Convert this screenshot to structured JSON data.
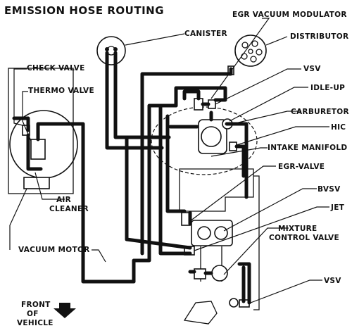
{
  "title": "EMISSION HOSE  ROUTING",
  "labels": {
    "egr_vacuum_modulator": "EGR VACUUM MODULATOR",
    "canister": "CANISTER",
    "distributor": "DISTRIBUTOR",
    "check_valve": "CHECK VALVE",
    "vsv_top": "VSV",
    "thermo_valve": "THERMO VALVE",
    "idle_up": "IDLE-UP",
    "carburetor": "CARBURETOR",
    "hic": "HIC",
    "intake_manifold": "INTAKE MANIFOLD",
    "egr_valve": "EGR-VALVE",
    "bvsv": "BVSV",
    "air_cleaner_line1": "AIR",
    "air_cleaner_line2": "CLEANER",
    "jet": "JET",
    "mixture_control_valve_line1": "MIXTURE",
    "mixture_control_valve_line2": "CONTROL VALVE",
    "vacuum_motor": "VACUUM MOTOR",
    "vsv_bottom": "VSV",
    "front_of_vehicle_line1": "FRONT",
    "front_of_vehicle_line2": "OF",
    "front_of_vehicle_line3": "VEHICLE"
  }
}
